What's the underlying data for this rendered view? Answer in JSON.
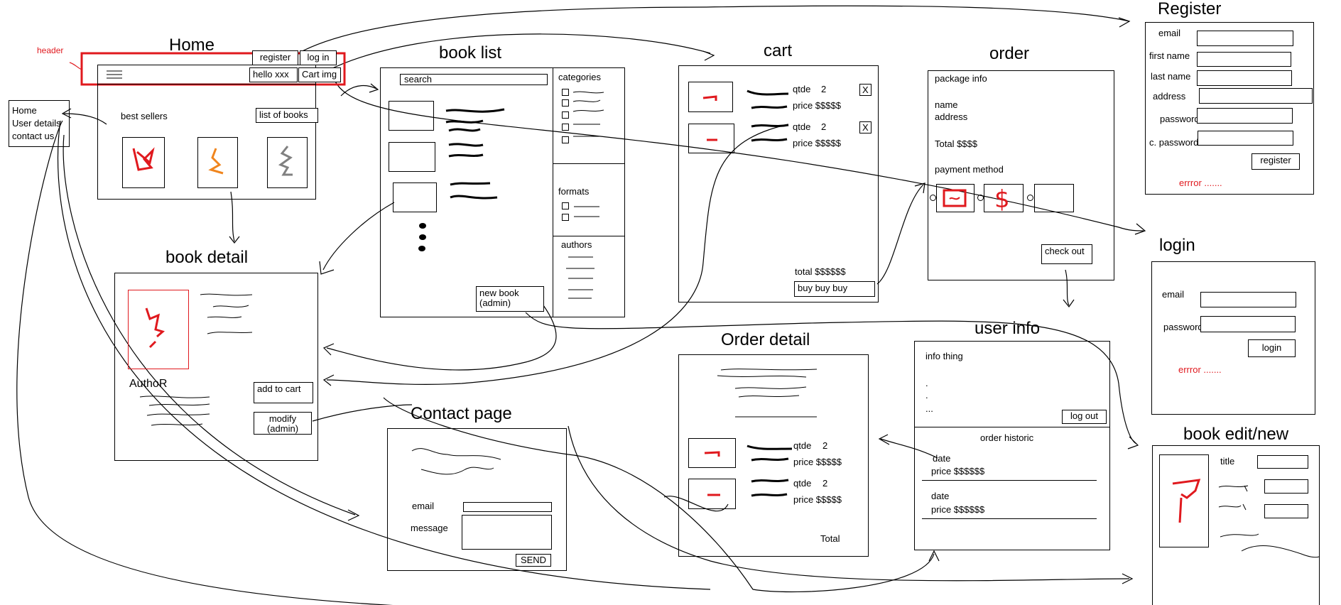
{
  "annotation": {
    "header_label": "header"
  },
  "home": {
    "title": "Home",
    "header_register": "register",
    "header_login": "log in",
    "header_hello": "hello xxx",
    "header_cart": "Cart img",
    "best_sellers": "best sellers",
    "list_of_books": "list of books",
    "side_menu": [
      "Home",
      "User details",
      "contact us"
    ]
  },
  "book_list": {
    "title": "book list",
    "search": "search",
    "categories": "categories",
    "formats": "formats",
    "authors": "authors",
    "new_book": [
      "new book",
      "(admin)"
    ]
  },
  "book_detail": {
    "title": "book detail",
    "author": "AuthoR",
    "add_to_cart": "add to cart",
    "modify": [
      "modify",
      "(admin)"
    ]
  },
  "cart": {
    "title": "cart",
    "items": [
      {
        "qty_label": "qtde",
        "qty": "2",
        "price": "price $$$$$",
        "remove": "X"
      },
      {
        "qty_label": "qtde",
        "qty": "2",
        "price": "price $$$$$",
        "remove": "X"
      }
    ],
    "total": "total  $$$$$$",
    "buy": "buy buy buy"
  },
  "order": {
    "title": "order",
    "package_info": "package info",
    "name": "name",
    "address": "address",
    "total": "Total $$$$",
    "payment_method": "payment method",
    "check_out": "check out"
  },
  "register": {
    "title": "Register",
    "fields": [
      "email",
      "first name",
      "last name",
      "address",
      "password",
      "c.  password"
    ],
    "button": "register",
    "error": "errror ......."
  },
  "login": {
    "title": "login",
    "email": "email",
    "password": "password",
    "button": "login",
    "error": "errror ......."
  },
  "order_detail": {
    "title": "Order detail",
    "items": [
      {
        "qty_label": "qtde",
        "qty": "2",
        "price": "price $$$$$"
      },
      {
        "qty_label": "qtde",
        "qty": "2",
        "price": "price $$$$$"
      }
    ],
    "total": "Total"
  },
  "user_info": {
    "title": "user info",
    "info": "info thing",
    "dots": [
      ".",
      ".",
      "..."
    ],
    "log_out": "log out",
    "order_historic": "order historic",
    "history": [
      {
        "date": "date",
        "price": "price $$$$$$"
      },
      {
        "date": "date",
        "price": "price $$$$$$"
      }
    ]
  },
  "contact": {
    "title": "Contact page",
    "email": "email",
    "message": "message",
    "send": "SEND"
  },
  "book_edit": {
    "title": "book edit/new",
    "title_field": "title"
  },
  "colors": {
    "accent_red": "#e0191e",
    "orange": "#f0851e",
    "gray": "#808080"
  }
}
